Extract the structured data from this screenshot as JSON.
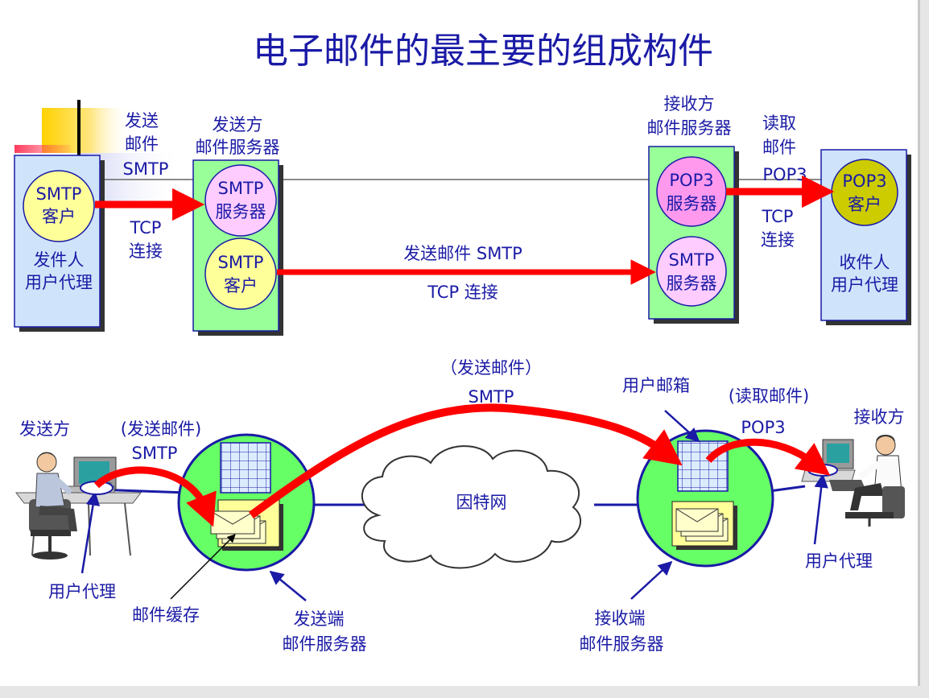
{
  "title": "电子邮件的最主要的组成构件",
  "top": {
    "sender_box": {
      "circle_line1": "SMTP",
      "circle_line2": "客户",
      "label_line1": "发件人",
      "label_line2": "用户代理"
    },
    "send_labels": [
      "发送",
      "邮件",
      "SMTP"
    ],
    "tcp_left": [
      "TCP",
      "连接"
    ],
    "send_server": {
      "title1": "发送方",
      "title2": "邮件服务器",
      "circle1_line1": "SMTP",
      "circle1_line2": "服务器",
      "circle2_line1": "SMTP",
      "circle2_line2": "客户"
    },
    "mid_label1": "发送邮件 SMTP",
    "mid_label2": "TCP 连接",
    "recv_server": {
      "title1": "接收方",
      "title2": "邮件服务器",
      "circle1_line1": "POP3",
      "circle1_line2": "服务器",
      "circle2_line1": "SMTP",
      "circle2_line2": "服务器"
    },
    "read_labels": [
      "读取",
      "邮件",
      "POP3"
    ],
    "tcp_right": [
      "TCP",
      "连接"
    ],
    "recv_box": {
      "circle_line1": "POP3",
      "circle_line2": "客户",
      "label_line1": "收件人",
      "label_line2": "用户代理"
    }
  },
  "bottom": {
    "sender": "发送方",
    "send_mail_1": "(发送邮件)",
    "smtp_1": "SMTP",
    "send_mail_top": "（发送邮件）",
    "smtp_top": "SMTP",
    "mailbox": "用户邮箱",
    "read_mail": "(读取邮件)",
    "pop3": "POP3",
    "receiver": "接收方",
    "internet": "因特网",
    "ua_left": "用户代理",
    "ua_right": "用户代理",
    "cache": "邮件缓存",
    "send_server_1": "发送端",
    "send_server_2": "邮件服务器",
    "recv_server_1": "接收端",
    "recv_server_2": "邮件服务器"
  }
}
